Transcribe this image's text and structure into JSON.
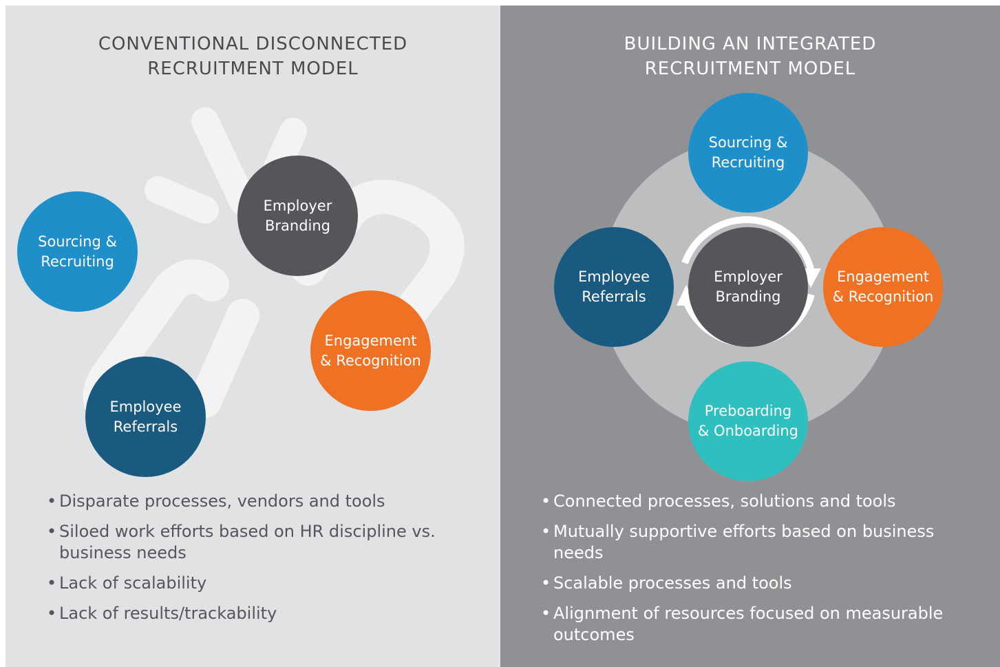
{
  "left": {
    "title_line1": "CONVENTIONAL DISCONNECTED",
    "title_line2": "RECRUITMENT MODEL",
    "circles": {
      "sourcing": {
        "line1": "Sourcing &",
        "line2": "Recruiting"
      },
      "branding": {
        "line1": "Employer",
        "line2": "Branding"
      },
      "engagement": {
        "line1": "Engagement",
        "line2": "& Recognition"
      },
      "referrals": {
        "line1": "Employee",
        "line2": "Referrals"
      }
    },
    "bullets": [
      "Disparate processes, vendors and tools",
      "Siloed work efforts based on HR discipline vs. business needs",
      "Lack of scalability",
      "Lack of results/trackability"
    ]
  },
  "right": {
    "title_line1": "BUILDING AN INTEGRATED",
    "title_line2": "RECRUITMENT MODEL",
    "circles": {
      "sourcing": {
        "line1": "Sourcing &",
        "line2": "Recruiting"
      },
      "branding": {
        "line1": "Employer",
        "line2": "Branding"
      },
      "engagement": {
        "line1": "Engagement",
        "line2": "& Recognition"
      },
      "referrals": {
        "line1": "Employee",
        "line2": "Referrals"
      },
      "preboarding": {
        "line1": "Preboarding",
        "line2": "& Onboarding"
      }
    },
    "bullets": [
      "Connected processes, solutions and tools",
      "Mutually supportive efforts based on business needs",
      "Scalable processes and tools",
      "Alignment of resources focused on measurable outcomes"
    ]
  },
  "colors": {
    "left_background": "#e1e2e3",
    "right_background": "#909194",
    "sourcing": "#1f8fca",
    "branding": "#55565a",
    "engagement": "#ef7124",
    "referrals": "#1b5a80",
    "preboarding": "#2fbfbf"
  }
}
